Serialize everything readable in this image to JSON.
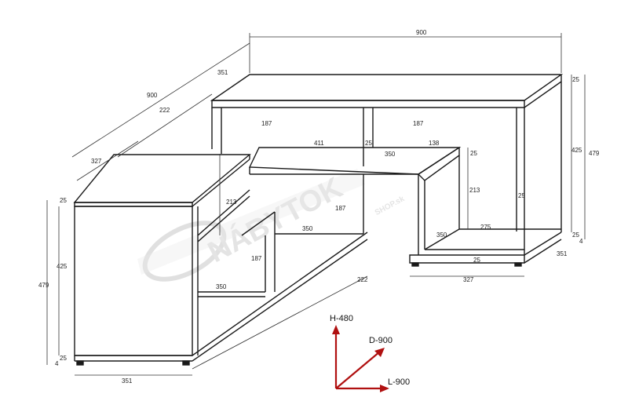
{
  "drawing": {
    "top_width": "900",
    "left_depth_total": "900",
    "depth_351_top": "351",
    "depth_222_top": "222",
    "depth_327_top": "327",
    "height_479_right": "479",
    "height_425_right": "425",
    "thick_25_right_top": "25",
    "thick_25_right_bottom": "25",
    "small_4_right": "4",
    "depth_351_right": "351",
    "height_479_left": "479",
    "height_425_left": "425",
    "thick_25_left_top": "25",
    "thick_25_left_bottom": "25",
    "small_4_left": "4",
    "width_351_left_bottom": "351",
    "inner_187_a": "187",
    "inner_187_b": "187",
    "inner_411": "411",
    "inner_25_mid": "25",
    "inner_350_a": "350",
    "inner_138": "138",
    "inner_25_small": "25",
    "inner_213_right": "213",
    "inner_25_right_panel": "25",
    "inner_213_left": "213",
    "inner_187_c": "187",
    "inner_350_b": "350",
    "inner_350_c": "350",
    "inner_275": "275",
    "inner_25_bottom": "25",
    "inner_187_d": "187",
    "inner_350_d": "350",
    "bottom_222": "222",
    "bottom_327": "327"
  },
  "axes": {
    "height_label": "H-480",
    "depth_label": "D-900",
    "length_label": "L-900"
  },
  "watermark": {
    "text": "NÁBYTOK",
    "domain": "SHOP.sk"
  },
  "colors": {
    "line": "#1a1a1a",
    "axis_arrow": "#b01010",
    "watermark": "#c8c8c8"
  }
}
